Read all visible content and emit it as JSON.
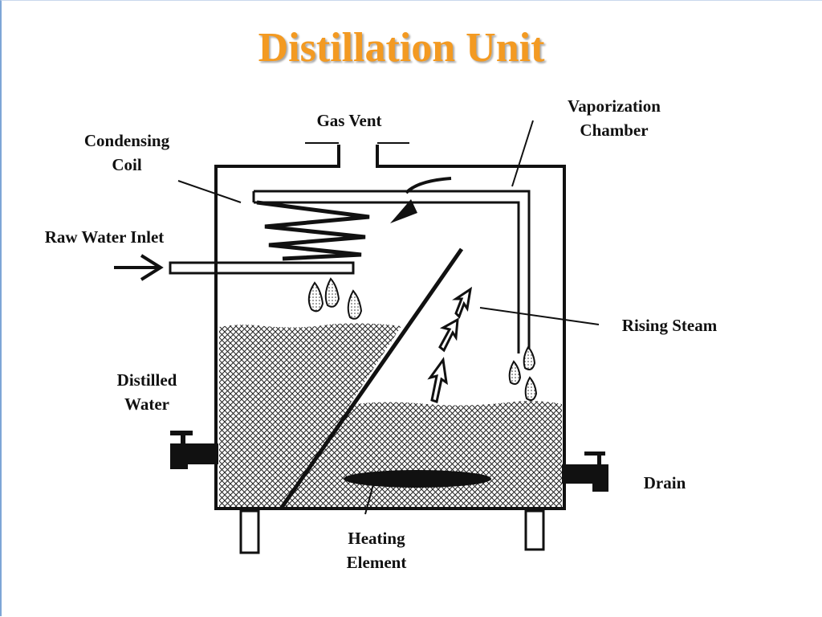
{
  "title": "Distillation Unit",
  "labels": {
    "gas_vent": "Gas Vent",
    "vaporization_chamber": [
      "Vaporization",
      "Chamber"
    ],
    "condensing_coil": [
      "Condensing",
      "Coil"
    ],
    "raw_water_inlet": "Raw Water Inlet",
    "rising_steam": "Rising Steam",
    "distilled_water": [
      "Distilled",
      "Water"
    ],
    "drain": "Drain",
    "heating_element": [
      "Heating",
      "Element"
    ]
  },
  "colors": {
    "title": "#f39a22",
    "ink": "#111111",
    "frame": "#7ea6d6"
  }
}
